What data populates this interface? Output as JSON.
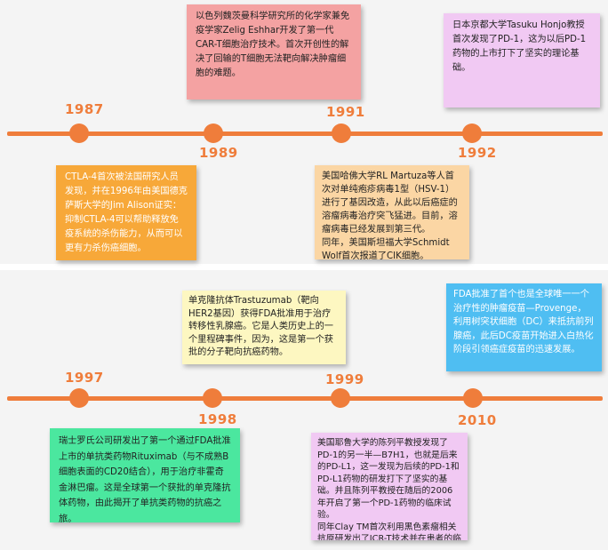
{
  "colors": {
    "timeline": "#ef7d3b",
    "panel_bg": "#f4f4f4",
    "note_pink": "#f4a2a2",
    "note_orange": "#f7a839",
    "note_peach": "#fbd6a4",
    "note_lilac": "#f1c9f3",
    "note_yellow": "#fdf7c1",
    "note_green": "#4be79f",
    "note_blue": "#4fbef2"
  },
  "top": {
    "years": [
      "1987",
      "1989",
      "1991",
      "1992"
    ],
    "notes": {
      "y1987": "CTLA-4首次被法国研究人员发现，并在1996年由美国德克萨斯大学的Jim Alison证实：抑制CTLA-4可以帮助释放免疫系统的杀伤能力，从而可以更有力杀伤癌细胞。",
      "y1989": "以色列魏茨曼科学研究所的化学家兼免疫学家Zelig Eshhar开发了第一代CAR-T细胞治疗技术。首次开创性的解决了回输的T细胞无法靶向解决肿瘤细胞的难题。",
      "y1991": "美国哈佛大学RL Martuza等人首次对单纯疱疹病毒1型（HSV-1）进行了基因改造，从此以后癌症的溶瘤病毒治疗突飞猛进。目前，溶瘤病毒已经发展到第三代。\n同年，美国斯坦福大学Schmidt Wolf首次报道了CIK细胞。",
      "y1992": "日本京都大学Tasuku Honjo教授首次发现了PD-1，这为以后PD-1药物的上市打下了坚实的理论基础。"
    }
  },
  "bottom": {
    "years": [
      "1997",
      "1998",
      "1999",
      "2010"
    ],
    "notes": {
      "y1997": "瑞士罗氏公司研发出了第一个通过FDA批准上市的单抗类药物Rituximab（与不成熟B细胞表面的CD20结合），用于治疗非霍奇金淋巴瘤。这是全球第一个获批的单克隆抗体药物，由此揭开了单抗类药物的抗癌之旅。",
      "y1998": "单克隆抗体Trastuzumab（靶向HER2基因）获得FDA批准用于治疗转移性乳腺癌。它是人类历史上的一个里程碑事件，因为，这是第一个获批的分子靶向抗癌药物。",
      "y1999": "美国耶鲁大学的陈列平教授发现了PD-1的另一半—B7H1，也就是后来的PD-L1，这一发现为后续的PD-1和PD-L1药物的研发打下了坚实的基础。并且陈列平教授在随后的2006年开启了第一个PD-1药物的临床试验。\n同年Clay TM首次利用黑色素瘤相关抗原研发出了ICR-T技术并在患者的临床研究中取得了不错的治疗效果。",
      "y2010": "FDA批准了首个也是全球唯一一个治疗性的肿瘤疫苗—Provenge，利用树突状细胞（DC）来抵抗前列腺癌，此后DC疫苗开始进入白热化阶段引领癌症疫苗的迅速发展。"
    }
  }
}
